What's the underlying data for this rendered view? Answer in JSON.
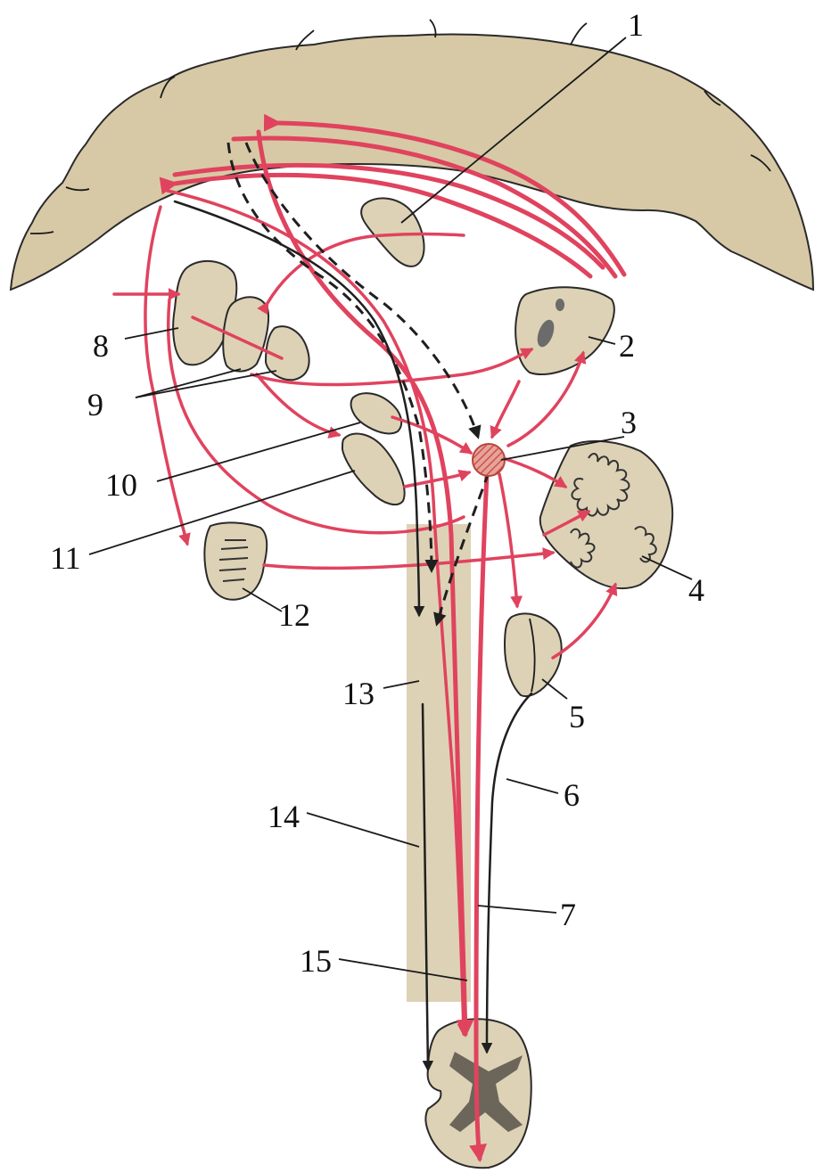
{
  "labels": {
    "l1": "1",
    "l2": "2",
    "l3": "3",
    "l4": "4",
    "l5": "5",
    "l6": "6",
    "l7": "7",
    "l8": "8",
    "l9": "9",
    "l10": "10",
    "l11": "11",
    "l12": "12",
    "l13": "13",
    "l14": "14",
    "l15": "15"
  },
  "colors": {
    "tissue": "#d7c9a6",
    "pathway_red": "#e0435e",
    "pathway_black": "#1f1f1f",
    "nucleus_hatch": "#c9544c"
  }
}
